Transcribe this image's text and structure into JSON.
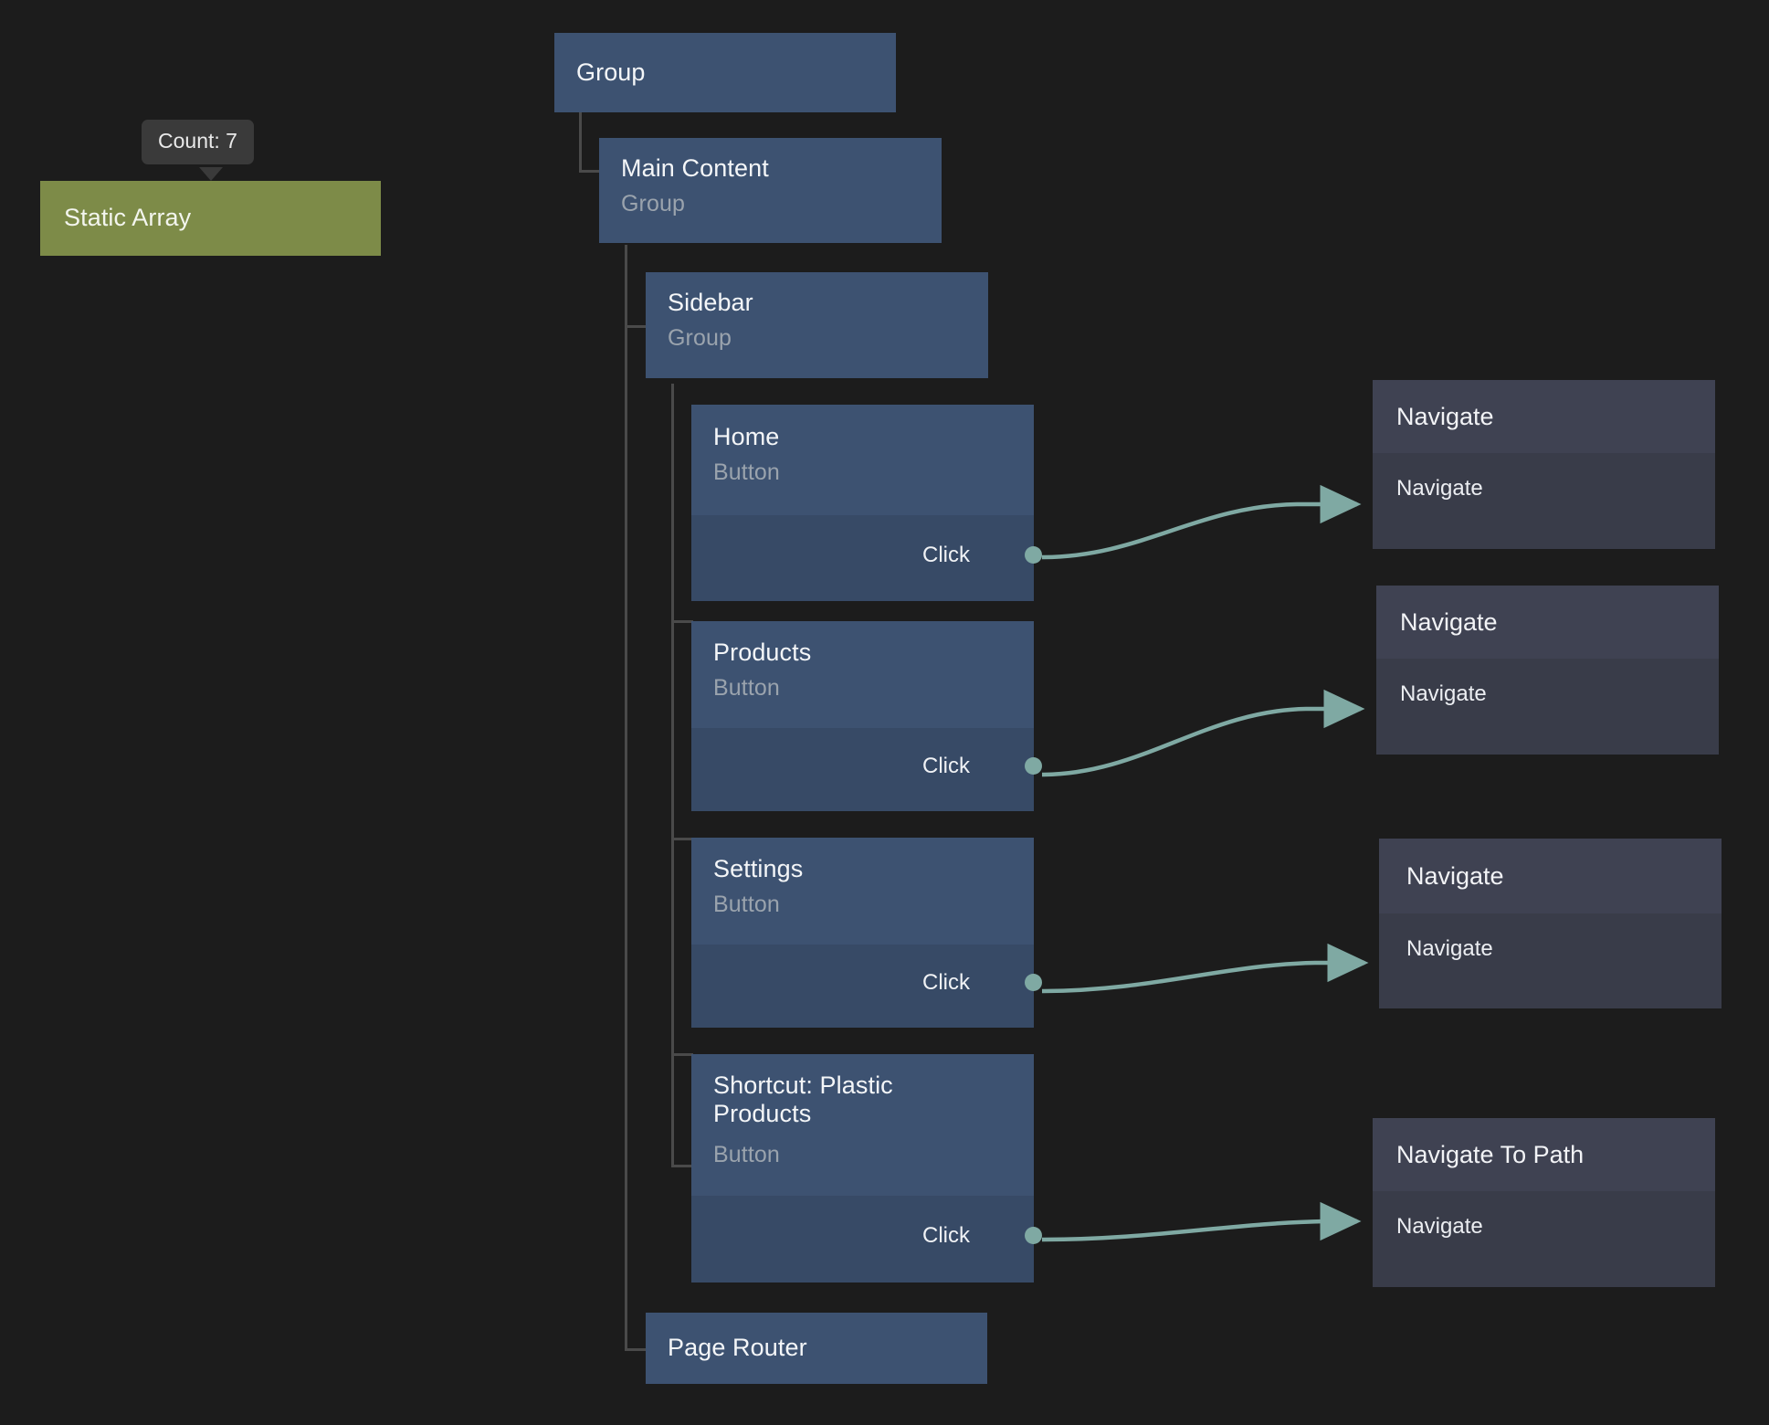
{
  "theme": {
    "canvas_bg": "#1c1c1c",
    "node_header": "#3d5271",
    "node_body": "#374a66",
    "action_header": "#3f4252",
    "action_body": "#393c49",
    "accent_green": "#7d8b48",
    "wire_color": "#7fa9a3",
    "tree_line": "#4a4a4a",
    "title_color": "#f4f6f8",
    "subtitle_color": "#9aa3ad"
  },
  "tooltip": {
    "label": "Count: 7"
  },
  "static_array": {
    "title": "Static Array"
  },
  "tree": {
    "root": {
      "title": "Group"
    },
    "main_content": {
      "title": "Main Content",
      "subtitle": "Group"
    },
    "sidebar": {
      "title": "Sidebar",
      "subtitle": "Group"
    },
    "page_router": {
      "title": "Page Router"
    },
    "buttons": [
      {
        "title": "Home",
        "subtitle": "Button",
        "port": "Click"
      },
      {
        "title": "Products",
        "subtitle": "Button",
        "port": "Click"
      },
      {
        "title": "Settings",
        "subtitle": "Button",
        "port": "Click"
      },
      {
        "title": "Shortcut: Plastic Products",
        "subtitle": "Button",
        "port": "Click"
      }
    ]
  },
  "actions": [
    {
      "title": "Navigate",
      "port": "Navigate"
    },
    {
      "title": "Navigate",
      "port": "Navigate"
    },
    {
      "title": "Navigate",
      "port": "Navigate"
    },
    {
      "title": "Navigate To Path",
      "port": "Navigate"
    }
  ]
}
